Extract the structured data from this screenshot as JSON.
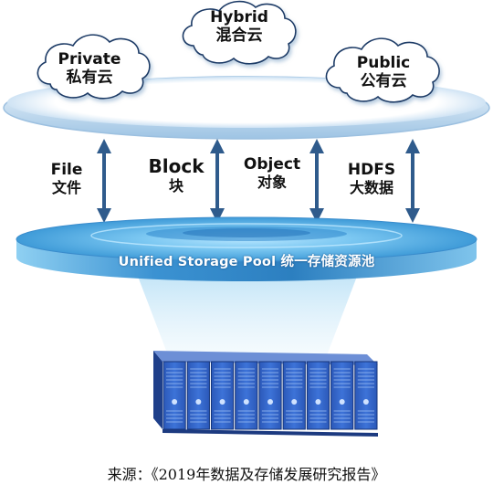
{
  "clouds": {
    "hybrid": {
      "en": "Hybrid",
      "zh": "混合云"
    },
    "private": {
      "en": "Private",
      "zh": "私有云"
    },
    "public": {
      "en": "Public",
      "zh": "公有云"
    }
  },
  "protocols": [
    {
      "en": "File",
      "zh": "文件"
    },
    {
      "en": "Block",
      "zh": "块"
    },
    {
      "en": "Object",
      "zh": "对象"
    },
    {
      "en": "HDFS",
      "zh": "大数据"
    }
  ],
  "pool": {
    "label": "Unified Storage Pool 统一存储资源池"
  },
  "source": "来源：《2019年数据及存储发展研究报告》",
  "colors": {
    "arrow": "#2f5b8c",
    "pool_top": "#5fb3e8",
    "pool_edge": "#2c7fc0",
    "server": "#2f5fc0"
  }
}
